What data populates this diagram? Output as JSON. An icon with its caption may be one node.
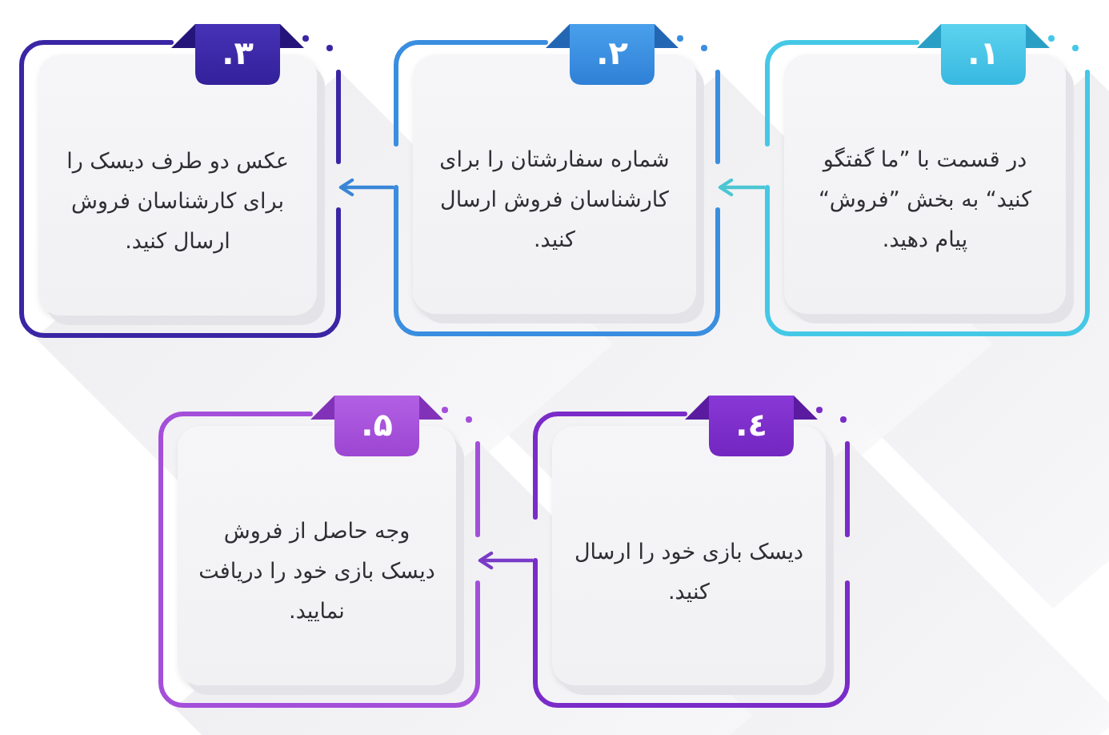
{
  "diagram": {
    "nodes": [
      {
        "text": [
          "۱.",
          "در قسمت با ”ما گفتگو کنید“ به بخش ”فروش“ پیام دهید."
        ]
      },
      {
        "text": [
          "۲.",
          "شماره سفارشتان را برای کارشناسان فروش ارسال کنید."
        ]
      },
      {
        "text": [
          "۳.",
          "عکس دو طرف دیسک را برای کارشناسان فروش ارسال کنید."
        ]
      },
      {
        "text": [
          "٤.",
          "دیسک بازی خود را ارسال کنید."
        ]
      },
      {
        "text": [
          "۵.",
          "وجه حاصل از فروش دیسک بازی خود را دریافت نمایید."
        ]
      }
    ],
    "edges": [
      {
        "from": 0,
        "to": 1,
        "arrow": "to",
        "color": "#4cc6d2"
      },
      {
        "from": 1,
        "to": 2,
        "arrow": "to",
        "color": "#3a86d6"
      },
      {
        "from": 3,
        "to": 4,
        "arrow": "to",
        "color": "#7a3bc8"
      }
    ]
  }
}
